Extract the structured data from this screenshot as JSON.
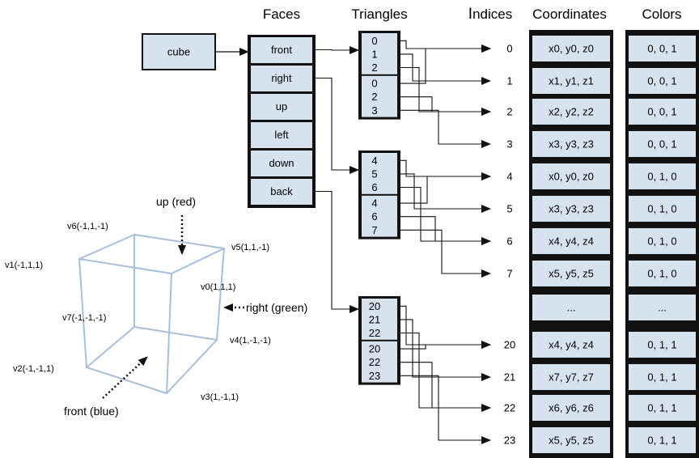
{
  "headers": {
    "faces": "Faces",
    "triangles": "Triangles",
    "indices_first": "I",
    "indices_rest": "ndices",
    "coordinates": "Coordinates",
    "colors": "Colors"
  },
  "root": "cube",
  "faces": [
    "front",
    "right",
    "up",
    "left",
    "down",
    "back"
  ],
  "triangle_groups": [
    {
      "rows": [
        "0",
        "1",
        "2",
        "0",
        "2",
        "3"
      ]
    },
    {
      "rows": [
        "4",
        "5",
        "6",
        "4",
        "6",
        "7"
      ]
    },
    {
      "rows": [
        "20",
        "21",
        "22",
        "20",
        "22",
        "23"
      ]
    }
  ],
  "indices": [
    "0",
    "1",
    "2",
    "3",
    "4",
    "5",
    "6",
    "7",
    "20",
    "21",
    "22",
    "23"
  ],
  "coordinates": [
    "x0, y0, z0",
    "x1, y1, z1",
    "x2, y2, z2",
    "x3, y3, z3",
    "x0, y0, z0",
    "x3, y3, z3",
    "x4, y4, z4",
    "x5, y5, z5",
    "...",
    "x4, y4, z4",
    "x7, y7, z7",
    "x6, y6, z6",
    "x5, y5, z5"
  ],
  "colors": [
    "0, 0, 1",
    "0, 0, 1",
    "0, 0, 1",
    "0, 0, 1",
    "0, 1, 0",
    "0, 1, 0",
    "0, 1, 0",
    "0, 1, 0",
    "...",
    "0, 1, 1",
    "0, 1, 1",
    "0, 1, 1",
    "0, 1, 1"
  ],
  "cube_labels": {
    "up": "up (red)",
    "right": "right (green)",
    "front": "front (blue)",
    "v0": "v0(1,1,1)",
    "v1": "v1(-1,1,1)",
    "v2": "v2(-1,-1,1)",
    "v3": "v3(1,-1,1)",
    "v4": "v4(1,-1,-1)",
    "v5": "v5(1,1,-1)",
    "v6": "v6(-1,1,-1)",
    "v7": "v7(-1,-1,-1)"
  },
  "colors_palette": {
    "cell_fill": "#d6e2ee",
    "border": "#111111",
    "cube_edge": "#a8bfd9"
  }
}
